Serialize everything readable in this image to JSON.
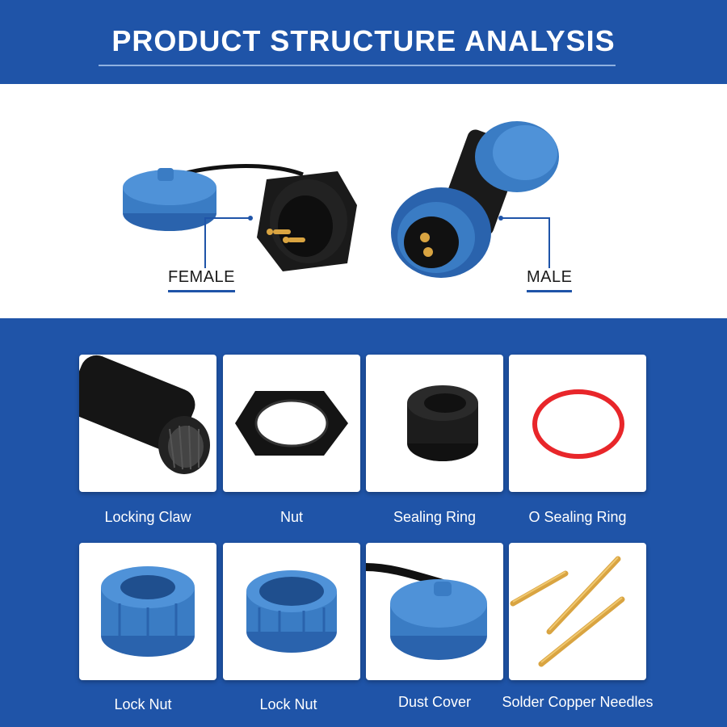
{
  "header": {
    "title": "PRODUCT STRUCTURE ANALYSIS"
  },
  "hero": {
    "female_label": "FEMALE",
    "male_label": "MALE"
  },
  "parts": [
    {
      "caption": "Locking Claw",
      "image": "locking-claw-image"
    },
    {
      "caption": "Nut",
      "image": "hex-nut-image"
    },
    {
      "caption": "Sealing Ring",
      "image": "sealing-ring-image"
    },
    {
      "caption": "O Sealing Ring",
      "image": "o-ring-image"
    },
    {
      "caption": "Lock Nut",
      "image": "lock-nut-image"
    },
    {
      "caption": "Lock Nut",
      "image": "lock-nut-image"
    },
    {
      "caption": "Dust Cover",
      "image": "dust-cover-image"
    },
    {
      "caption": "Solder Copper Needles",
      "image": "copper-needles-image"
    }
  ],
  "colors": {
    "brand_blue": "#1f54a8",
    "part_blue": "#3a7cc4",
    "ring_red": "#e8262a",
    "copper": "#d9a441"
  }
}
